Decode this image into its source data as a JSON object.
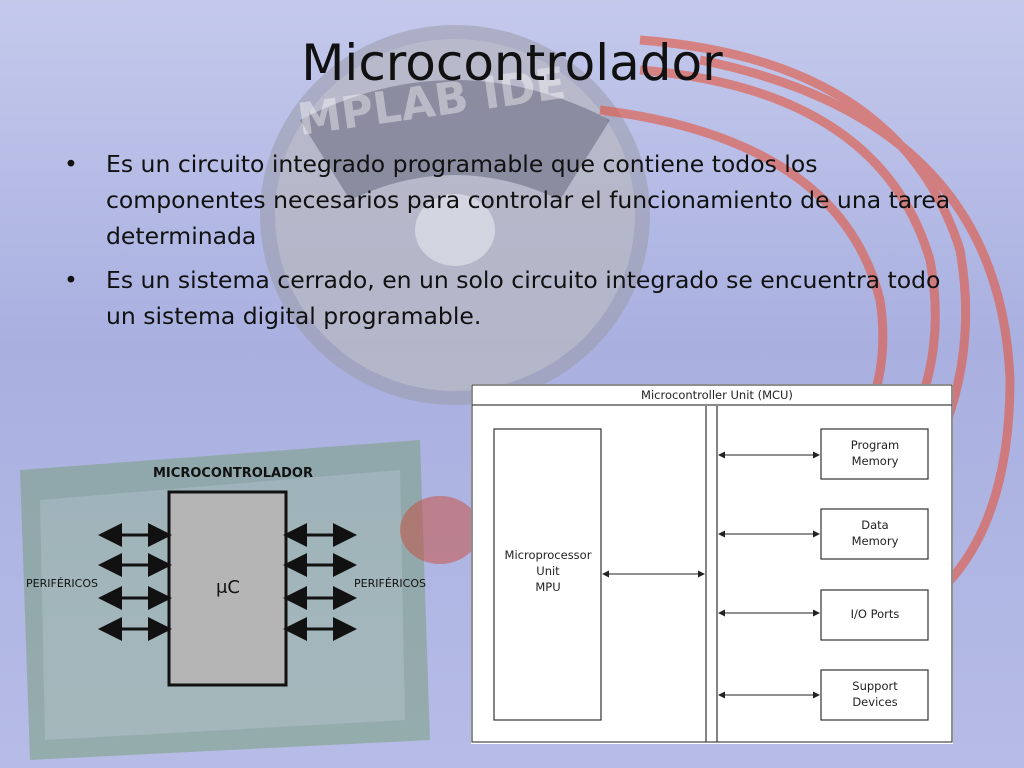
{
  "slide": {
    "title": "Microcontrolador",
    "bullets": [
      "Es un circuito integrado programable que contiene todos los componentes necesarios para controlar el funcionamiento de una tarea determinada",
      "Es un sistema cerrado, en un solo circuito integrado se encuentra todo un sistema digital programable."
    ]
  },
  "background": {
    "disc_label": "MPLAB IDE"
  },
  "left_diagram": {
    "title": "MICROCONTROLADOR",
    "chip_label": "μC",
    "left_label": "PERIFÉRICOS",
    "right_label": "PERIFÉRICOS"
  },
  "right_diagram": {
    "title": "Microcontroller Unit (MCU)",
    "mpu_lines": [
      "Microprocessor",
      "Unit",
      "MPU"
    ],
    "blocks": [
      {
        "lines": [
          "Program",
          "Memory"
        ]
      },
      {
        "lines": [
          "Data",
          "Memory"
        ]
      },
      {
        "lines": [
          "I/O Ports"
        ]
      },
      {
        "lines": [
          "Support",
          "Devices"
        ]
      }
    ]
  },
  "colors": {
    "background": "#b3b9e4",
    "chip_fill": "#b5b5b5",
    "cable": "#e4553d"
  }
}
